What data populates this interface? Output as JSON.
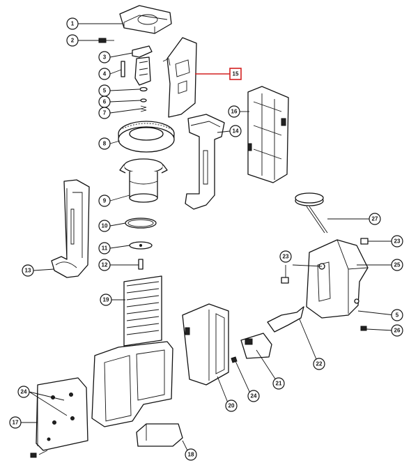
{
  "diagram": {
    "highlight_color": "#d42020",
    "callouts": [
      {
        "id": "c1",
        "label": "1"
      },
      {
        "id": "c2",
        "label": "2"
      },
      {
        "id": "c3",
        "label": "3"
      },
      {
        "id": "c4",
        "label": "4"
      },
      {
        "id": "c5a",
        "label": "5"
      },
      {
        "id": "c6",
        "label": "6"
      },
      {
        "id": "c7",
        "label": "7"
      },
      {
        "id": "c8",
        "label": "8"
      },
      {
        "id": "c9",
        "label": "9"
      },
      {
        "id": "c10",
        "label": "10"
      },
      {
        "id": "c11",
        "label": "11"
      },
      {
        "id": "c12",
        "label": "12"
      },
      {
        "id": "c13",
        "label": "13"
      },
      {
        "id": "c14",
        "label": "14"
      },
      {
        "id": "c15",
        "label": "15"
      },
      {
        "id": "c16",
        "label": "16"
      },
      {
        "id": "c17",
        "label": "17"
      },
      {
        "id": "c18",
        "label": "18"
      },
      {
        "id": "c19",
        "label": "19"
      },
      {
        "id": "c20",
        "label": "20"
      },
      {
        "id": "c21",
        "label": "21"
      },
      {
        "id": "c22",
        "label": "22"
      },
      {
        "id": "c23a",
        "label": "23"
      },
      {
        "id": "c23b",
        "label": "23"
      },
      {
        "id": "c24a",
        "label": "24"
      },
      {
        "id": "c24b",
        "label": "24"
      },
      {
        "id": "c25",
        "label": "25"
      },
      {
        "id": "c26",
        "label": "26"
      },
      {
        "id": "c27",
        "label": "27"
      },
      {
        "id": "c5b",
        "label": "5"
      }
    ]
  }
}
